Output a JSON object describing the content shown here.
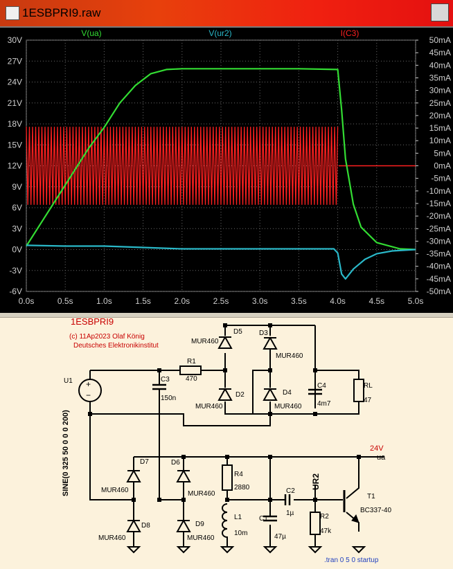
{
  "window": {
    "title": "1ESBPRI9.raw"
  },
  "plot": {
    "traces": [
      {
        "name": "V(ua)",
        "color": "#33dd33"
      },
      {
        "name": "V(ur2)",
        "color": "#2ab8c8"
      },
      {
        "name": "I(C3)",
        "color": "#ff2020"
      }
    ],
    "left_ticks": [
      "30V",
      "27V",
      "24V",
      "21V",
      "18V",
      "15V",
      "12V",
      "9V",
      "6V",
      "3V",
      "0V",
      "-3V",
      "-6V"
    ],
    "right_ticks": [
      "50mA",
      "45mA",
      "40mA",
      "35mA",
      "30mA",
      "25mA",
      "20mA",
      "15mA",
      "10mA",
      "5mA",
      "0mA",
      "-5mA",
      "-10mA",
      "-15mA",
      "-20mA",
      "-25mA",
      "-30mA",
      "-35mA",
      "-40mA",
      "-45mA",
      "-50mA"
    ],
    "x_ticks": [
      "0.0s",
      "0.5s",
      "1.0s",
      "1.5s",
      "2.0s",
      "2.5s",
      "3.0s",
      "3.5s",
      "4.0s",
      "4.5s",
      "5.0s"
    ]
  },
  "chart_data": {
    "type": "line",
    "xlabel": "",
    "xlim": [
      0,
      5
    ],
    "ylim_left": [
      -6,
      30
    ],
    "ylim_right_mA": [
      -50,
      50
    ],
    "grid": true,
    "series": [
      {
        "name": "V(ua)",
        "axis": "left",
        "color": "#33dd33",
        "x": [
          0,
          0.2,
          0.4,
          0.6,
          0.8,
          1.0,
          1.2,
          1.4,
          1.6,
          1.8,
          2.0,
          3.0,
          3.5,
          4.0,
          4.05,
          4.1,
          4.2,
          4.3,
          4.5,
          4.8,
          5.0
        ],
        "y": [
          0.5,
          4.0,
          7.5,
          11.0,
          14.5,
          17.5,
          21.0,
          23.5,
          25.2,
          25.8,
          25.9,
          25.9,
          25.9,
          25.8,
          20,
          13,
          6.5,
          3.2,
          1.0,
          0.1,
          0.0
        ]
      },
      {
        "name": "V(ur2)",
        "axis": "left",
        "color": "#2ab8c8",
        "x": [
          0,
          0.5,
          1.0,
          1.5,
          2.0,
          2.5,
          3.0,
          3.5,
          3.95,
          4.0,
          4.05,
          4.1,
          4.2,
          4.35,
          4.5,
          4.7,
          5.0
        ],
        "y": [
          0.6,
          0.5,
          0.5,
          0.3,
          0.1,
          0.1,
          0.1,
          0.1,
          0.1,
          -0.5,
          -3.5,
          -4.2,
          -2.8,
          -1.4,
          -0.6,
          -0.2,
          0.0
        ]
      },
      {
        "name": "I(C3)",
        "axis": "right",
        "color": "#ff2020",
        "x": [
          0,
          4.0,
          4.01,
          5.0
        ],
        "y_min": [
          -15.5,
          -15.5,
          0,
          0
        ],
        "y_max": [
          15.5,
          15.5,
          0,
          0
        ],
        "note_type": "envelope"
      }
    ]
  },
  "schematic": {
    "title": "1ESBPRI9",
    "copyright": "(c) 11Ap2023 Olaf König",
    "institute": "Deutsches Elektronikinstitut",
    "source_label": "U1",
    "source_value": "SINE(0 325 50 0 0 0 200)",
    "resistors": [
      {
        "ref": "R1",
        "value": "470"
      },
      {
        "ref": "RL",
        "value": "47"
      },
      {
        "ref": "R4",
        "value": "2880"
      },
      {
        "ref": "R2",
        "value": "47k"
      }
    ],
    "capacitors": [
      {
        "ref": "C3",
        "value": "150n"
      },
      {
        "ref": "C4",
        "value": "4m7"
      },
      {
        "ref": "C1",
        "value": "47µ"
      },
      {
        "ref": "C2",
        "value": "1µ"
      }
    ],
    "diodes": [
      {
        "ref": "D5",
        "value": "MUR460"
      },
      {
        "ref": "D3",
        "value": "MUR460"
      },
      {
        "ref": "D2",
        "value": "MUR460"
      },
      {
        "ref": "D4",
        "value": "MUR460"
      },
      {
        "ref": "D7",
        "value": "MUR460"
      },
      {
        "ref": "D6",
        "value": "MUR460"
      },
      {
        "ref": "D8",
        "value": "MUR460"
      },
      {
        "ref": "D9",
        "value": "MUR460"
      }
    ],
    "inductor": {
      "ref": "L1",
      "value": "10m"
    },
    "transistor": {
      "ref": "T1",
      "value": "BC337-40"
    },
    "net_labels": {
      "supply": "24V",
      "ua": "ua",
      "ur2": "UR2"
    },
    "directive": ".tran 0 5 0 startup"
  }
}
